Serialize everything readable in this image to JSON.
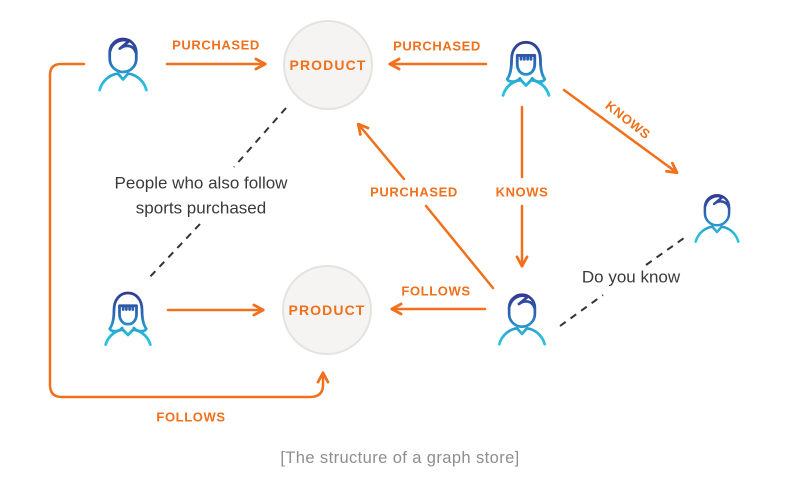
{
  "diagram": {
    "caption": "[The structure of a graph store]",
    "nodes": {
      "product_top": "PRODUCT",
      "product_bottom": "PRODUCT"
    },
    "edge_labels": {
      "purchased_top_left": "PURCHASED",
      "purchased_top_right": "PURCHASED",
      "knows_diagonal": "KNOWS",
      "knows_vertical": "KNOWS",
      "purchased_diagonal": "PURCHASED",
      "follows_mid": "FOLLOWS",
      "follows_bottom": "FOLLOWS"
    },
    "annotations": {
      "follow_note_line1": "People who also follow",
      "follow_note_line2": "sports purchased",
      "know_note": "Do you know"
    },
    "icons": {
      "top_left": "man-icon",
      "top_right": "woman-icon",
      "right": "man-icon",
      "bottom_center": "man-icon",
      "bottom_left": "woman-icon"
    },
    "colors": {
      "edge_orange": "#f0701c",
      "node_fill": "#f5f4f2",
      "node_border": "#e4e3e0",
      "annotation_dark": "#3a3a3a",
      "caption_gray": "#8e8e8e",
      "icon_gradient_top": "#32358e",
      "icon_gradient_bottom": "#28c6e2"
    }
  }
}
